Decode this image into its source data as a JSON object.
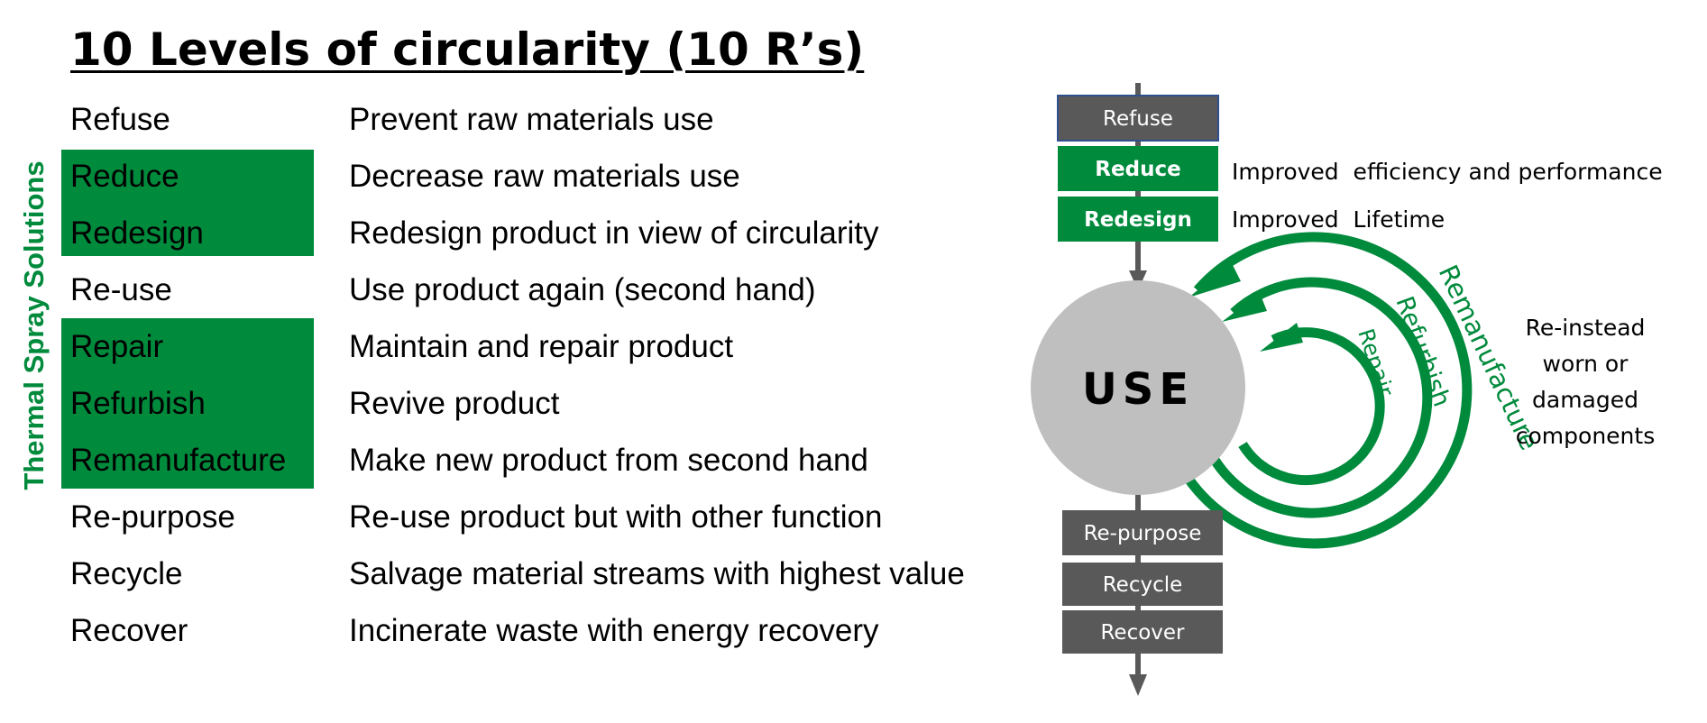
{
  "title": "10 Levels of circularity (10 R’s)",
  "side_label": "Thermal Spray Solutions",
  "colors": {
    "green": "#008a3c",
    "dark_box": "#595959",
    "circle": "#bfbfbf",
    "axis": "#595959"
  },
  "levels": [
    {
      "name": "Refuse",
      "description": "Prevent raw materials use",
      "thermal_spray": false
    },
    {
      "name": "Reduce",
      "description": "Decrease raw materials use",
      "thermal_spray": true
    },
    {
      "name": "Redesign",
      "description": "Redesign product in view of circularity",
      "thermal_spray": true
    },
    {
      "name": "Re-use",
      "description": "Use product again (second hand)",
      "thermal_spray": false
    },
    {
      "name": "Repair",
      "description": "Maintain and repair product",
      "thermal_spray": true
    },
    {
      "name": "Refurbish",
      "description": "Revive product",
      "thermal_spray": true
    },
    {
      "name": "Remanufacture",
      "description": "Make new product from second hand",
      "thermal_spray": true
    },
    {
      "name": "Re-purpose",
      "description": "Re-use product but with other function",
      "thermal_spray": false
    },
    {
      "name": "Recycle",
      "description": "Salvage material streams with highest value",
      "thermal_spray": false
    },
    {
      "name": "Recover",
      "description": "Incinerate waste with energy recovery",
      "thermal_spray": false
    }
  ],
  "diagram": {
    "top_boxes": [
      {
        "label": "Refuse",
        "style": "dark"
      },
      {
        "label": "Reduce",
        "style": "green"
      },
      {
        "label": "Redesign",
        "style": "green"
      }
    ],
    "side_notes": [
      "Improved  efficiency and performance",
      "Improved  Lifetime"
    ],
    "center_label": "USE",
    "loops": [
      "Repair",
      "Refurbish",
      "Remanufacture"
    ],
    "loop_note": [
      "Re-instead",
      "worn or",
      "damaged",
      "components"
    ],
    "bottom_boxes": [
      {
        "label": "Re-purpose"
      },
      {
        "label": "Recycle"
      },
      {
        "label": "Recover"
      }
    ]
  }
}
